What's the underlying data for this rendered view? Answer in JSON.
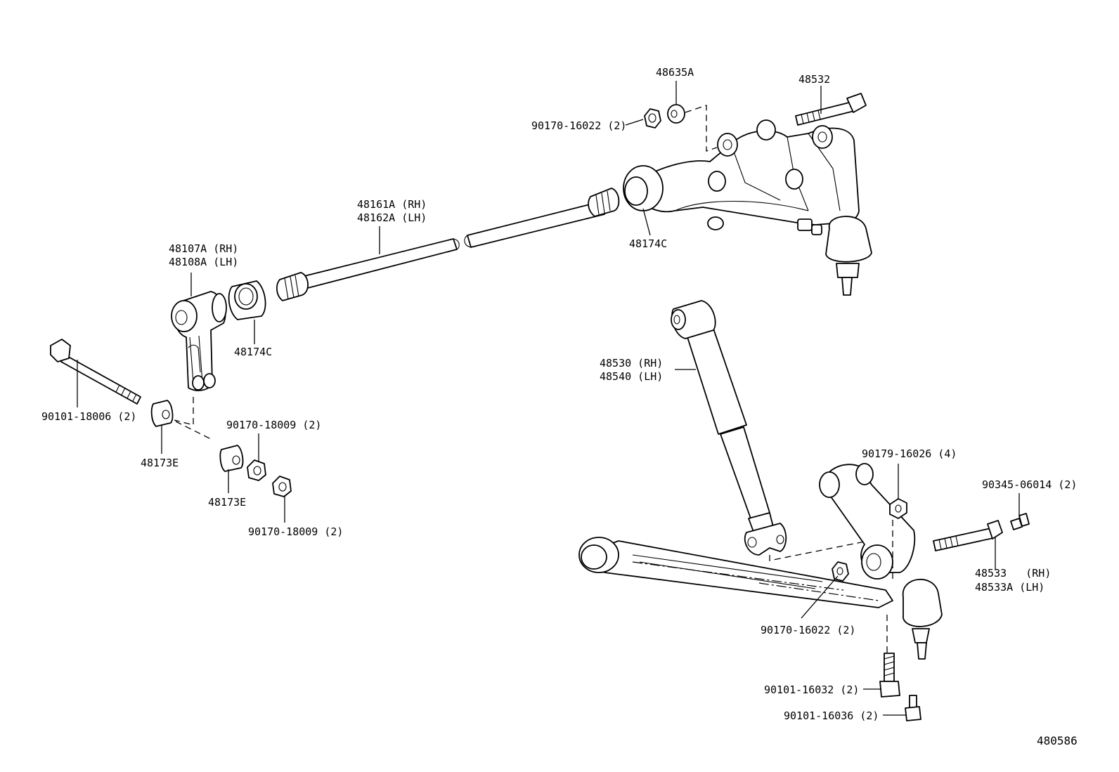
{
  "labels": {
    "p48635A": "48635A",
    "p48532": "48532",
    "p90170_16022_top": "90170-16022 (2)",
    "p48161A": "48161A (RH)",
    "p48162A": "48162A (LH)",
    "p48174C_top": "48174C",
    "p48107A": "48107A (RH)",
    "p48108A": "48108A (LH)",
    "p48174C_left": "48174C",
    "p90101_18006": "90101-18006 (2)",
    "p48173E_a": "48173E",
    "p90170_18009_a": "90170-18009 (2)",
    "p48173E_b": "48173E",
    "p90170_18009_b": "90170-18009 (2)",
    "p48530": "48530 (RH)",
    "p48540": "48540 (LH)",
    "p90179_16026": "90179-16026 (4)",
    "p90345_06014": "90345-06014 (2)",
    "p48533": "48533   (RH)",
    "p48533A": "48533A (LH)",
    "p90170_16022_bot": "90170-16022 (2)",
    "p90101_16032": "90101-16032 (2)",
    "p90101_16036": "90101-16036 (2)",
    "diagram_id": "480586"
  }
}
